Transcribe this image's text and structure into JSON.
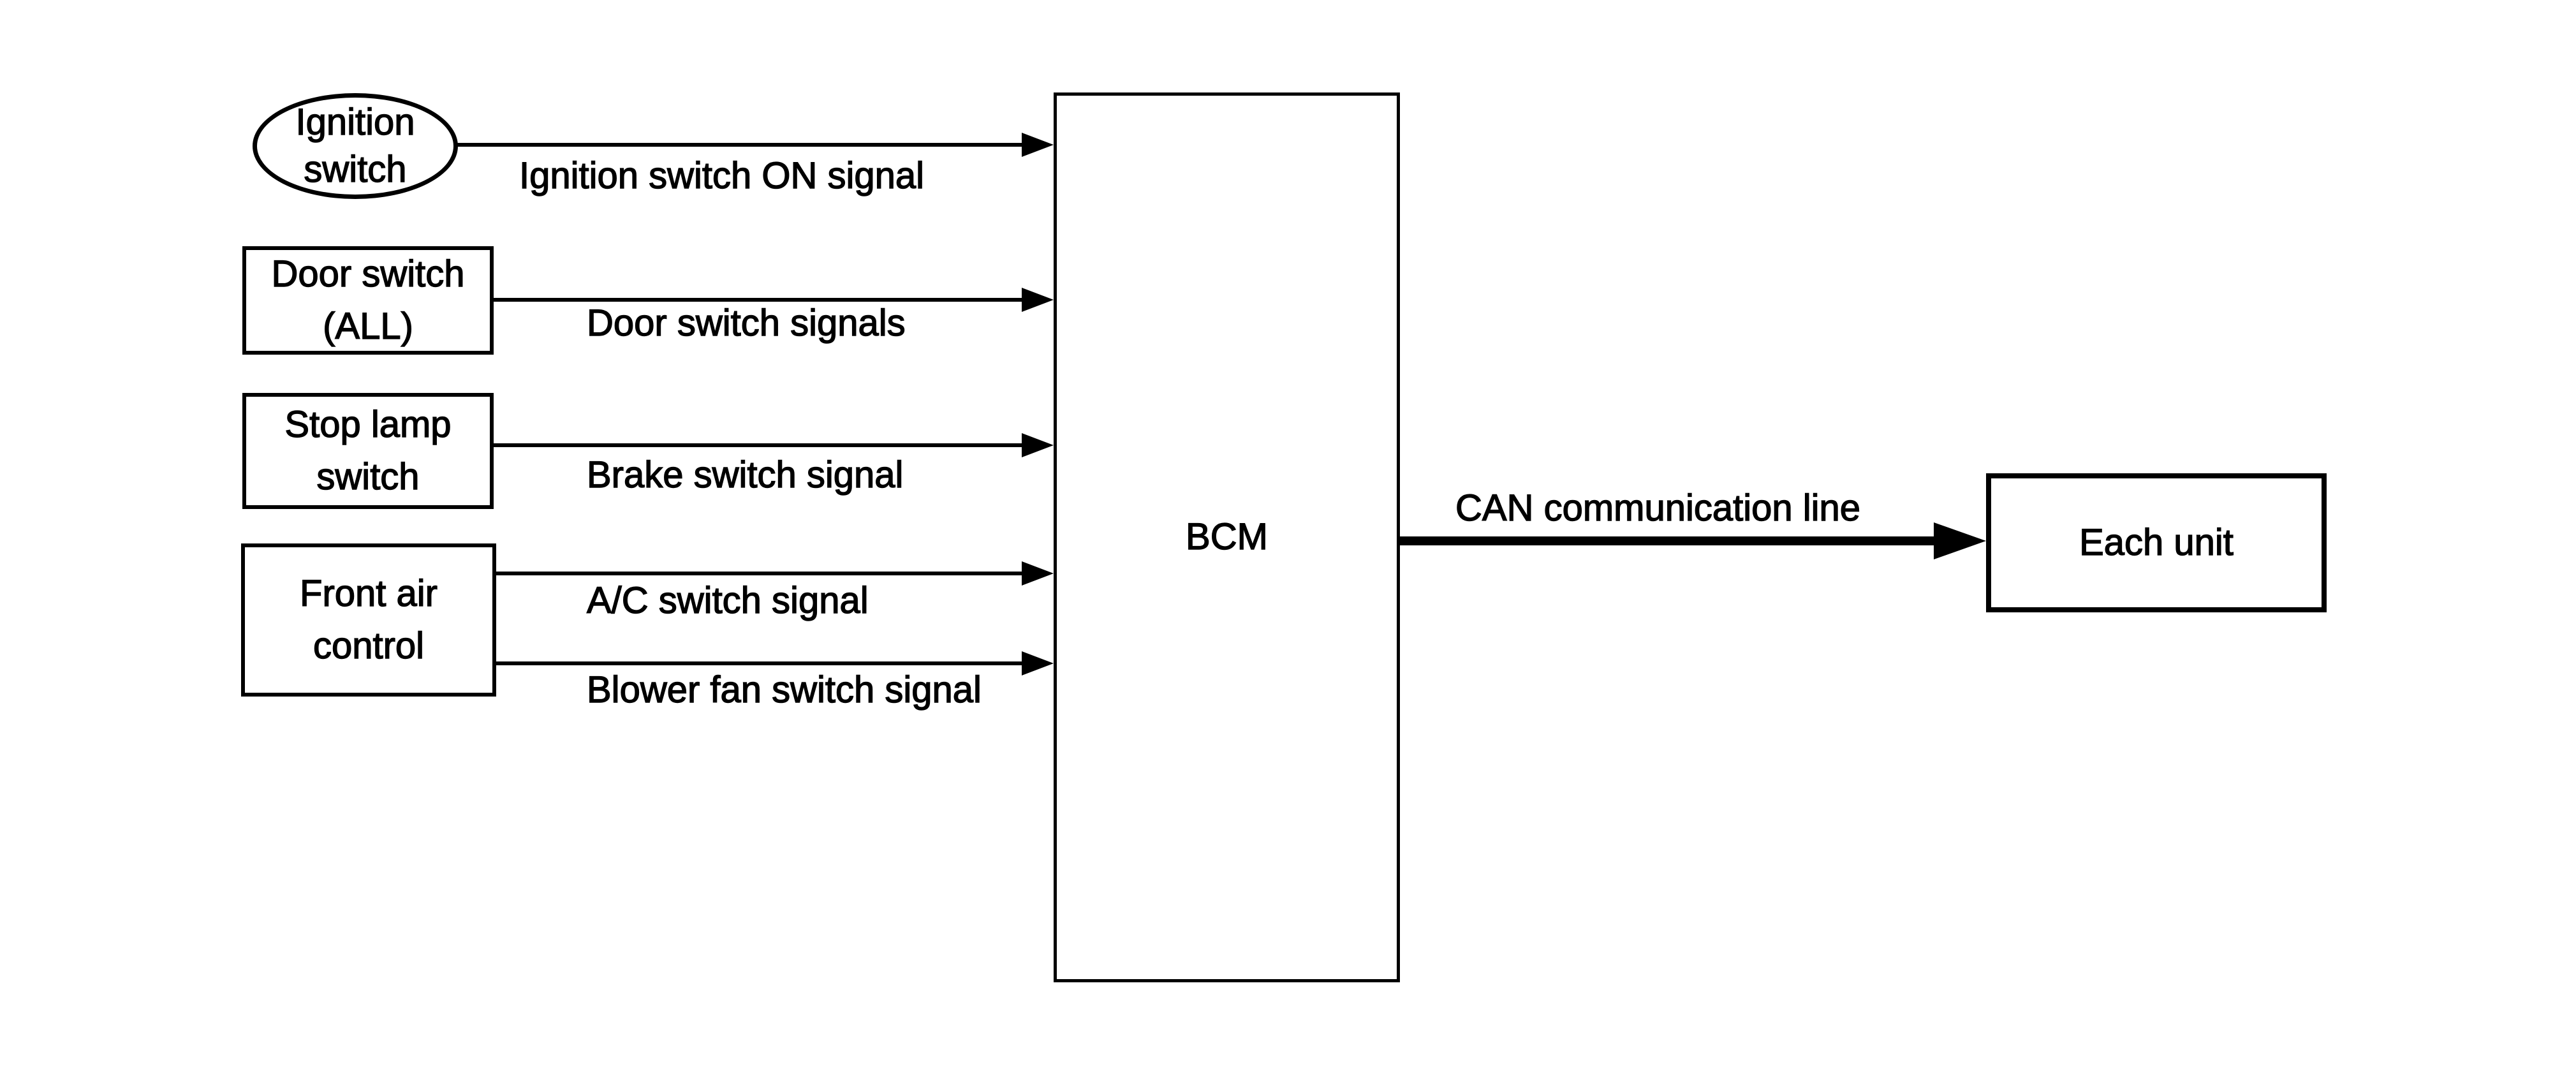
{
  "style": {
    "background": "#ffffff",
    "line_color": "#000000"
  },
  "diagram": {
    "title": "BCM signal flow diagram",
    "nodes": {
      "ignition_switch": {
        "label": "Ignition\nswitch",
        "shape": "ellipse"
      },
      "door_switch": {
        "label": "Door switch\n(ALL)",
        "shape": "rect"
      },
      "stop_lamp_switch": {
        "label": "Stop lamp\nswitch",
        "shape": "rect"
      },
      "front_air_control": {
        "label": "Front air\ncontrol",
        "shape": "rect"
      },
      "bcm": {
        "label": "BCM",
        "shape": "rect"
      },
      "each_unit": {
        "label": "Each unit",
        "shape": "rect"
      }
    },
    "signals": {
      "ignition_on": "Ignition switch ON signal",
      "door": "Door switch signals",
      "brake": "Brake switch signal",
      "ac": "A/C switch signal",
      "blower": "Blower fan switch signal",
      "can": "CAN communication line"
    },
    "edges": [
      {
        "from": "ignition_switch",
        "to": "bcm",
        "signal": "ignition_on"
      },
      {
        "from": "door_switch",
        "to": "bcm",
        "signal": "door"
      },
      {
        "from": "stop_lamp_switch",
        "to": "bcm",
        "signal": "brake"
      },
      {
        "from": "front_air_control",
        "to": "bcm",
        "signal": "ac"
      },
      {
        "from": "front_air_control",
        "to": "bcm",
        "signal": "blower"
      },
      {
        "from": "bcm",
        "to": "each_unit",
        "signal": "can"
      }
    ]
  }
}
